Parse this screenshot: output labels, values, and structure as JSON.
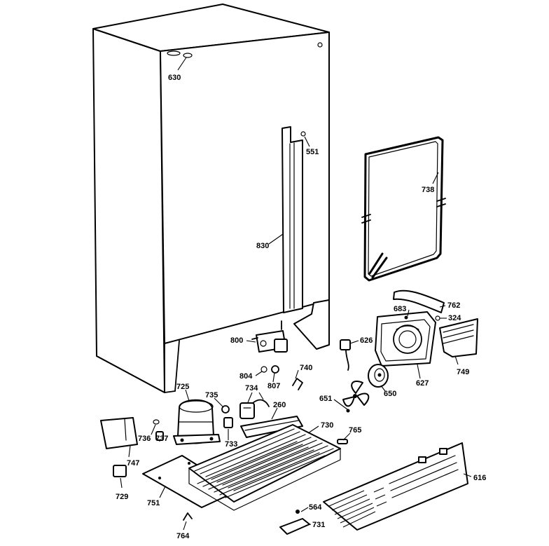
{
  "labels": {
    "l630": "630",
    "l551": "551",
    "l738": "738",
    "l830": "830",
    "l762": "762",
    "l683": "683",
    "l324": "324",
    "l800": "800",
    "l626": "626",
    "l749": "749",
    "l627": "627",
    "l804": "804",
    "l807": "807",
    "l740": "740",
    "l650": "650",
    "l725": "725",
    "l735": "735",
    "l734": "734",
    "l651": "651",
    "l260": "260",
    "l730": "730",
    "l765": "765",
    "l736": "736",
    "l737": "737",
    "l733": "733",
    "l747": "747",
    "l616": "616",
    "l729": "729",
    "l751": "751",
    "l564": "564",
    "l731": "731",
    "l764": "764"
  }
}
